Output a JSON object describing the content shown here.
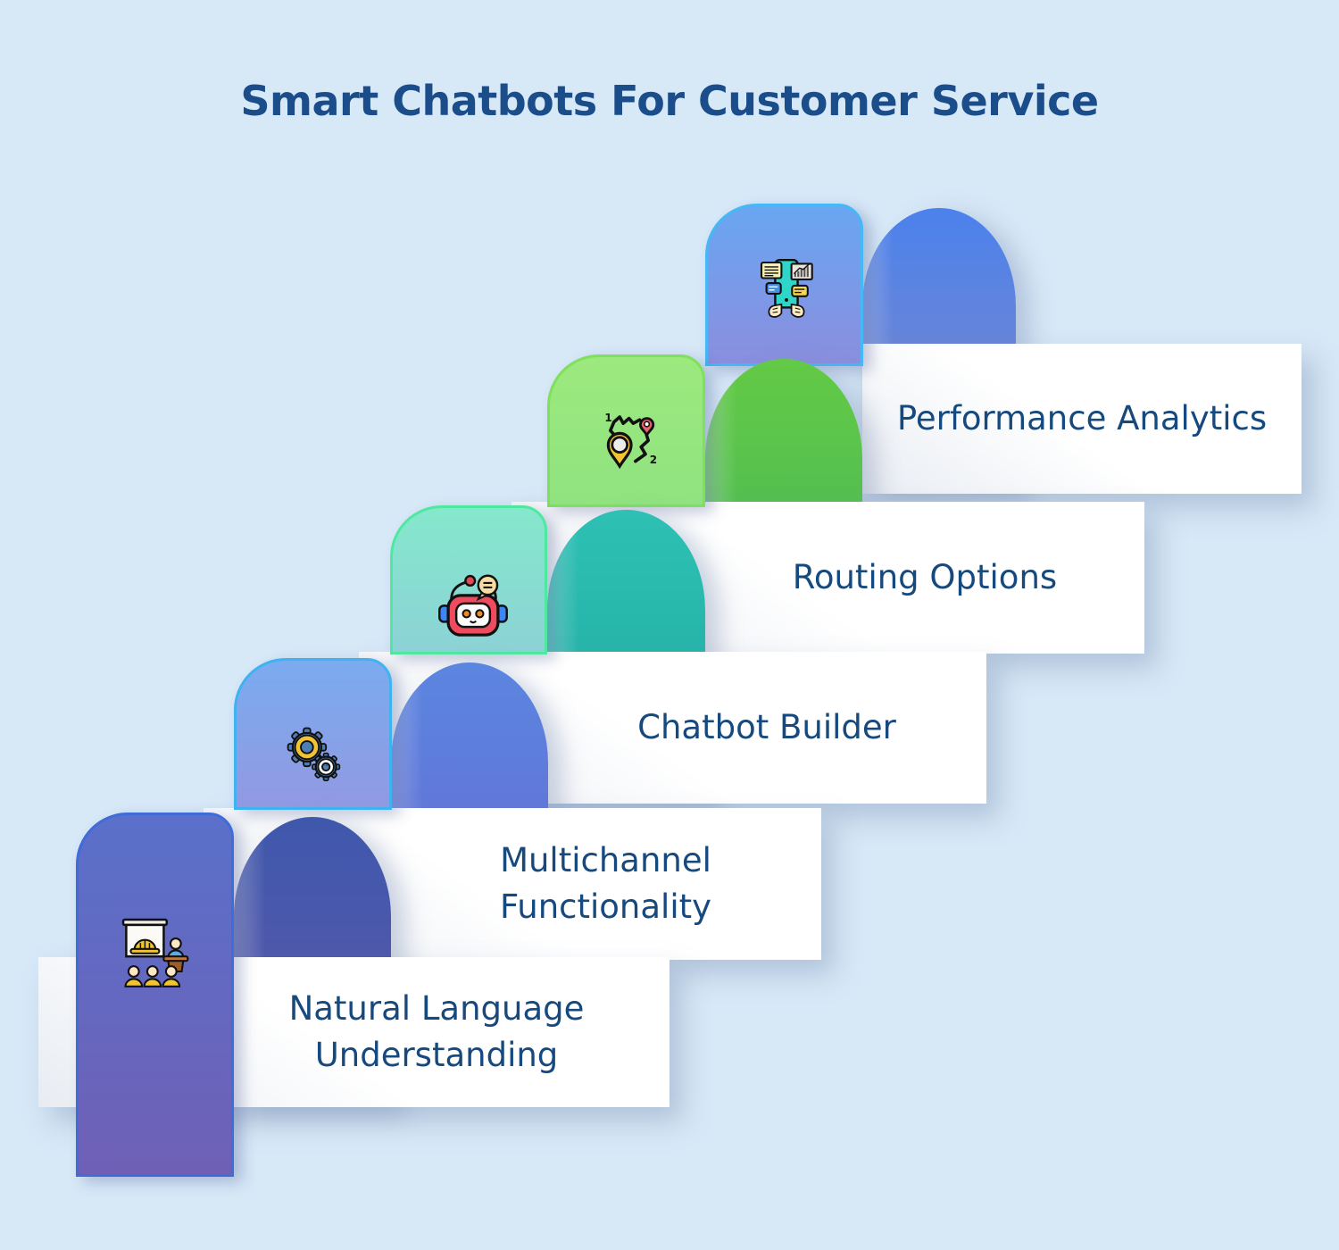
{
  "title": "Smart Chatbots For Customer Service",
  "theme": {
    "background": "#d7e8f7",
    "title_color": "#1a4d8a",
    "label_color": "#16497e",
    "card_color": "#ffffff"
  },
  "steps": [
    {
      "label": "Natural Language Understanding",
      "lines": [
        "Natural Language",
        "Understanding"
      ],
      "icon": "training-presentation-icon",
      "colors": {
        "panel_top": "#5a70ca",
        "panel_bottom": "#6f60b6",
        "panel_border": "#3f6cd9",
        "dome_top": "#3f58ac",
        "dome_bottom": "#5e58ab"
      }
    },
    {
      "label": "Multichannel Functionality",
      "lines": [
        "Multichannel",
        "Functionality"
      ],
      "icon": "gears-icon",
      "colors": {
        "panel_top": "#7babef",
        "panel_bottom": "#9199e2",
        "panel_border": "#3fb3f2",
        "dome_top": "#5b86e0",
        "dome_bottom": "#6668d2"
      }
    },
    {
      "label": "Chatbot Builder",
      "lines": [
        "Chatbot Builder"
      ],
      "icon": "chatbot-robot-icon",
      "colors": {
        "panel_top": "#85e8cc",
        "panel_bottom": "#8cd2d6",
        "panel_border": "#4fe8a1",
        "dome_top": "#2ec0b4",
        "dome_bottom": "#1fa89e"
      }
    },
    {
      "label": "Routing Options",
      "lines": [
        "Routing Options"
      ],
      "icon": "route-pins-icon",
      "colors": {
        "panel_top": "#9ce97e",
        "panel_bottom": "#90e380",
        "panel_border": "#7fe05c",
        "dome_top": "#63ca45",
        "dome_bottom": "#46b45c"
      }
    },
    {
      "label": "Performance Analytics",
      "lines": [
        "Performance Analytics"
      ],
      "icon": "analytics-dashboard-icon",
      "colors": {
        "panel_top": "#69a6f2",
        "panel_bottom": "#8a8ede",
        "panel_border": "#45b8f5",
        "dome_top": "#4b82ec",
        "dome_bottom": "#989cc0"
      }
    }
  ]
}
